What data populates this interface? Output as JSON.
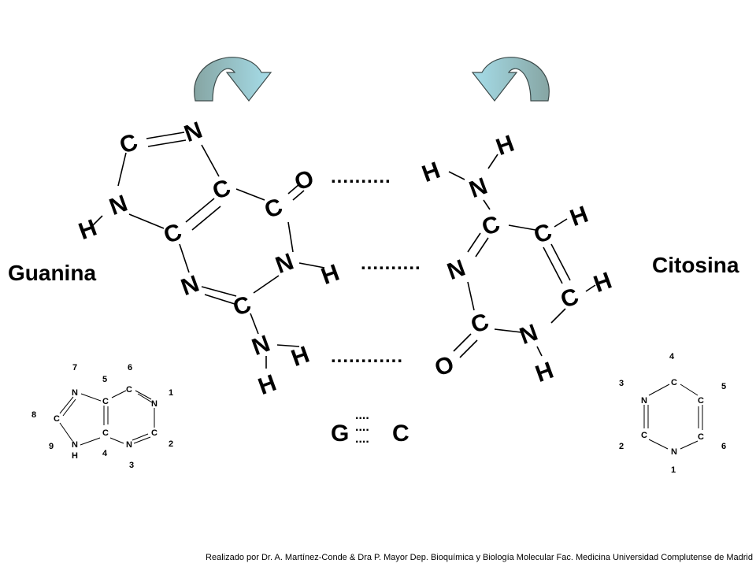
{
  "labels": {
    "guanina": "Guanina",
    "citosina": "Citosina",
    "hbond_1": "..........",
    "hbond_2": "..........",
    "hbond_3": "............",
    "pair_g": "G",
    "pair_c": "C",
    "pair_dots": "....",
    "credit": "Realizado por Dr. A. Martínez-Conde & Dra P. Mayor Dep. Bioquímica y Biología Molecular Fac. Medicina Universidad Complutense de Madrid"
  },
  "guanine_atoms": {
    "n7": "N",
    "c8": "C",
    "n9": "N",
    "h9": "H",
    "c5": "C",
    "c4": "C",
    "c6": "C",
    "o6": "O",
    "n1": "N",
    "h1": "H",
    "n3": "N",
    "c2": "C",
    "n2": "N",
    "h2a": "H",
    "h2b": "H"
  },
  "cytosine_atoms": {
    "h4a": "H",
    "h4b": "H",
    "n4": "N",
    "c4": "C",
    "c5": "C",
    "h5": "H",
    "n3": "N",
    "c6": "C",
    "h6": "H",
    "c2": "C",
    "n1": "N",
    "h1": "H",
    "o2": "O"
  },
  "purine_skeleton": {
    "atoms": {
      "n7": "N",
      "c8": "C",
      "n9": "N",
      "h9": "H",
      "c5": "C",
      "c6": "C",
      "n1": "N",
      "c2": "C",
      "n3": "N",
      "c4": "C"
    },
    "numbers": {
      "n1": "1",
      "n2": "2",
      "n3": "3",
      "n4": "4",
      "n5": "5",
      "n6": "6",
      "n7": "7",
      "n8": "8",
      "n9": "9"
    }
  },
  "pyrimidine_skeleton": {
    "atoms": {
      "c4": "C",
      "n3": "N",
      "c5": "C",
      "c2": "C",
      "c6": "C",
      "n1": "N"
    },
    "numbers": {
      "n1": "1",
      "n2": "2",
      "n3": "3",
      "n4": "4",
      "n5": "5",
      "n6": "6"
    }
  },
  "colors": {
    "arrow_light": "#a6dde9",
    "arrow_dark": "#86a5a3",
    "arrow_edge": "#3d4b4b",
    "ink": "#000000",
    "background": "#ffffff"
  },
  "icons": {
    "left_flip_arrow": "curved-flip-arrow-right-icon",
    "right_flip_arrow": "curved-flip-arrow-left-icon"
  }
}
